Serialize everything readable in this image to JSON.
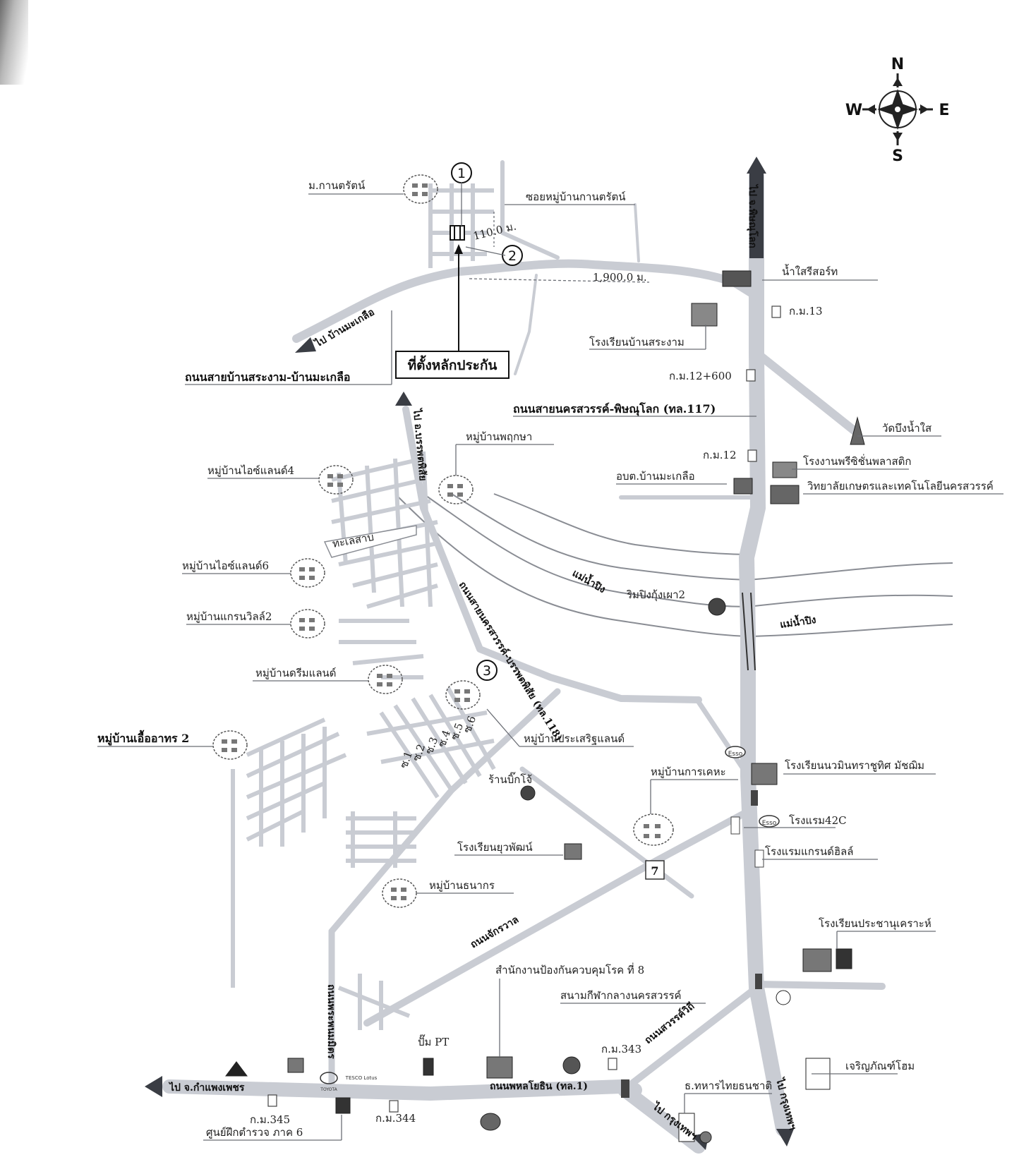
{
  "compass": {
    "n": "N",
    "e": "E",
    "s": "S",
    "w": "W"
  },
  "markers": {
    "m1": "1",
    "m2": "2",
    "m3": "3"
  },
  "labels": {
    "kanrat_village": "ม.กานตรัตน์",
    "kanrat_soi": "ซอยหมู่บ้านกานตรัตน์",
    "dist_110": "110.0 ม.",
    "dist_1900": "1,900.0 ม.",
    "to_ban_makluea": "ไป บ้านมะเกลือ",
    "guarantee_location": "ที่ตั้งหลักประกัน",
    "road_sa_ngam_makluea": "ถนนสายบ้านสระงาม-บ้านมะเกลือ",
    "to_phitsanulok": "ไป จ.พิษณุโลก",
    "nam_sai_resort": "น้ำใสรีสอร์ท",
    "km13": "ก.ม.13",
    "sa_ngam_school": "โรงเรียนบ้านสระงาม",
    "km12_600": "ก.ม.12+600",
    "road_117": "ถนนสายนครสวรรค์-พิษณุโลก (ทล.117)",
    "wat_bueng_nam_sai": "วัดบึงน้ำใส",
    "km12": "ก.ม.12",
    "plastic_factory": "โรงงานพรีซิชั่นพลาสติก",
    "obt_makluea": "อบต.บ้านมะเกลือ",
    "agri_college": "วิทยาลัยเกษตรและเทคโนโลยีนครสวรรค์",
    "to_banphot": "ไป อ.บรรพตพิสัย",
    "phruksa_village": "หมู่บ้านพฤกษา",
    "island4_village": "หมู่บ้านไอซ์แลนด์4",
    "lake": "ทะเลสาบ",
    "island6_village": "หมู่บ้านไอซ์แลนด์6",
    "ping_river_1": "แม่น้ำปิง",
    "ping_river_2": "แม่น้ำปิง",
    "rim_ping": "ริมปิงกุ้งเผา2",
    "road_118": "ถนนสายนครสวรรค์-บรรพตพิสัย (ทล.118)",
    "grandville_village": "หมู่บ้านแกรนวิลล์2",
    "dreamland_village": "หมู่บ้านดรีมแลนด์",
    "prasert_village": "หมู่บ้านประเสริฐแลนด์",
    "ua_athorn_village": "หมู่บ้านเอื้ออาทร 2",
    "soi_labels": [
      "ซ.1",
      "ซ.2",
      "ซ.3",
      "ซ.4",
      "ซ.5",
      "ซ.6"
    ],
    "nawamin_school": "โรงเรียนนวมินทราชูทิศ มัชฌิม",
    "big_jo_shop": "ร้านบิ๊กโจ้",
    "karakeha_village": "หมู่บ้านการเคหะ",
    "hotel_42c": "โรงแรม42C",
    "yuwaphat_school": "โรงเรียนยุวพัฒน์",
    "grand_hill_hotel": "โรงแรมแกรนด์ฮิลล์",
    "thanakorn_village": "หมู่บ้านธนากร",
    "chakkrawan_road": "ถนนจักรวาล",
    "prachanukroh_school": "โรงเรียนประชานุเคราะห์",
    "disease_control_office": "สำนักงานป้องกันควบคุมโรค ที่ 8",
    "stadium": "สนามกีฬากลางนครสวรรค์",
    "phra_phon_road": "ถนนพระพนมมิตร",
    "pump_pt": "ปั๊ม PT",
    "km343": "ก.ม.343",
    "sawan_withi_road": "ถนนสวรรค์วิถี",
    "to_kamphaeng_phet": "ไป จ.กำแพงเพชร",
    "phahon_road": "ถนนพหลโยธิน (ทล.1)",
    "military_bank": "ธ.ทหารไทยธนชาติ",
    "charoen_home": "เจริญภัณฑ์โฮม",
    "to_bangkok_1": "ไป กรุงเทพฯ",
    "to_bangkok_2": "ไป กรุงเทพฯ",
    "km345": "ก.ม.345",
    "km344": "ก.ม.344",
    "police_center": "ศูนย์ฝึกตำรวจ ภาค 6",
    "toyota": "TOYOTA",
    "tesco": "TESCO Lotus",
    "esso": "Esso",
    "seven": "7"
  },
  "colors": {
    "road": "#c9ccd3",
    "ink": "#222222",
    "arrow": "#3a3d44"
  }
}
